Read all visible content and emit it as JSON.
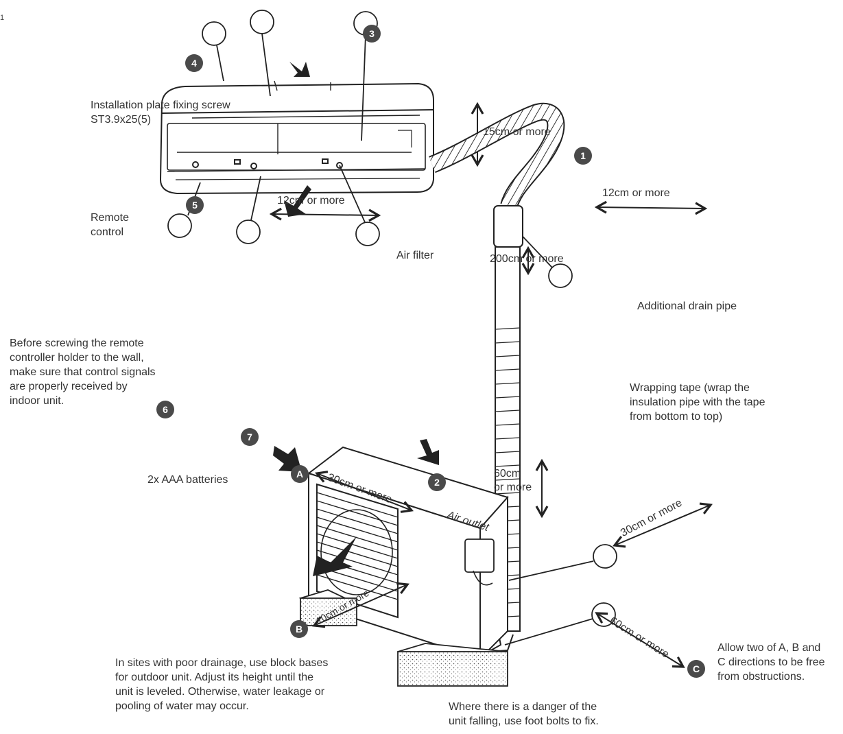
{
  "page_ref": "1",
  "labels": {
    "screw": "Installation plate fixing screw\nST3.9x25(5)",
    "remote": "Remote\ncontrol",
    "air_filter": "Air filter",
    "clear_15": "15cm or more",
    "clear_12_top": "12cm or more",
    "clear_12_right": "12cm or more",
    "clear_200": "200cm or more",
    "drain": "Additional drain pipe",
    "remote_note": "Before screwing the remote\ncontroller holder to the wall,\nmake sure that control signals\nare properly received by\nindoor unit.",
    "wrap": "Wrapping tape (wrap the\ninsulation pipe with the tape\nfrom bottom to top)",
    "batteries": "2x AAA batteries",
    "clear_30_top": "30cm or more",
    "air_outlet": "Air outlet",
    "clear_60_vert": "60cm\nor more",
    "clear_30_right": "30cm or more",
    "clear_10": "10cm or more",
    "clear_60_diag": "60cm or more",
    "drainage_note": "In sites with poor drainage, use block bases\nfor outdoor unit. Adjust its height until the\nunit is leveled. Otherwise, water leakage or\npooling of water may occur.",
    "foot_note": "Where there is a danger of the\nunit falling, use foot bolts to fix.",
    "directions_note": "Allow two of A, B and\nC directions to be free\nfrom obstructions."
  },
  "badges": [
    "1",
    "2",
    "3",
    "4",
    "5",
    "6",
    "7",
    "A",
    "B",
    "C"
  ],
  "colors": {
    "ink": "#222222",
    "badge": "#4a4a4a",
    "text": "#333333"
  }
}
